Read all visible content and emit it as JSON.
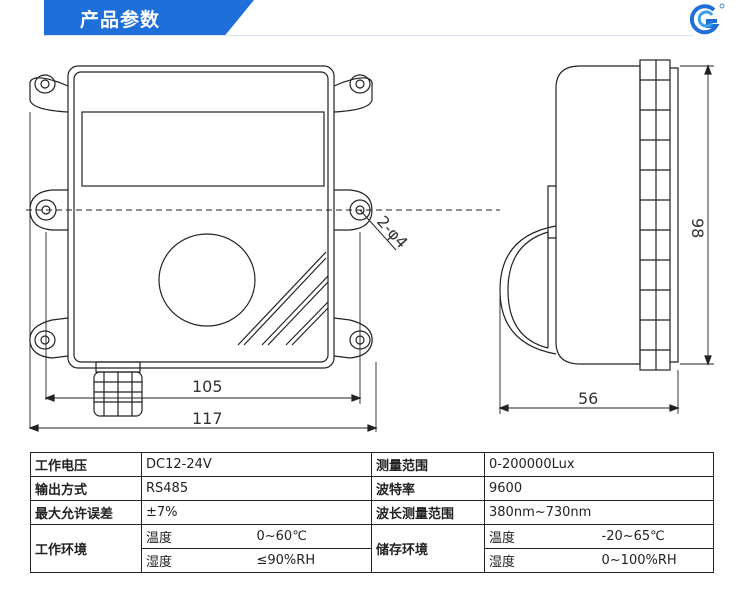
{
  "header": {
    "title": "产品参数"
  },
  "diagram": {
    "dimension_105": "105",
    "dimension_117": "117",
    "dimension_56": "56",
    "dimension_98": "98",
    "hole_label": "2-φ4"
  },
  "params": {
    "rows": [
      {
        "k1": "工作电压",
        "v1": "DC12-24V",
        "k2": "测量范围",
        "v2": "0-200000Lux"
      },
      {
        "k1": "输出方式",
        "v1": "RS485",
        "k2": "波特率",
        "v2": "9600"
      },
      {
        "k1": "最大允许误差",
        "v1": "±7%",
        "k2": "波长测量范围",
        "v2": "380nm~730nm"
      }
    ],
    "work_env": {
      "label": "工作环境",
      "temp_key": "温度",
      "temp_val": "0~60℃",
      "hum_key": "湿度",
      "hum_val": "≤90%RH"
    },
    "storage_env": {
      "label": "储存环境",
      "temp_key": "温度",
      "temp_val": "-20~65℃",
      "hum_key": "湿度",
      "hum_val": "0~100%RH"
    }
  },
  "colors": {
    "accent": "#1e6fd9",
    "line": "#222222"
  },
  "icons": {
    "logo": "brand-logo-icon"
  }
}
